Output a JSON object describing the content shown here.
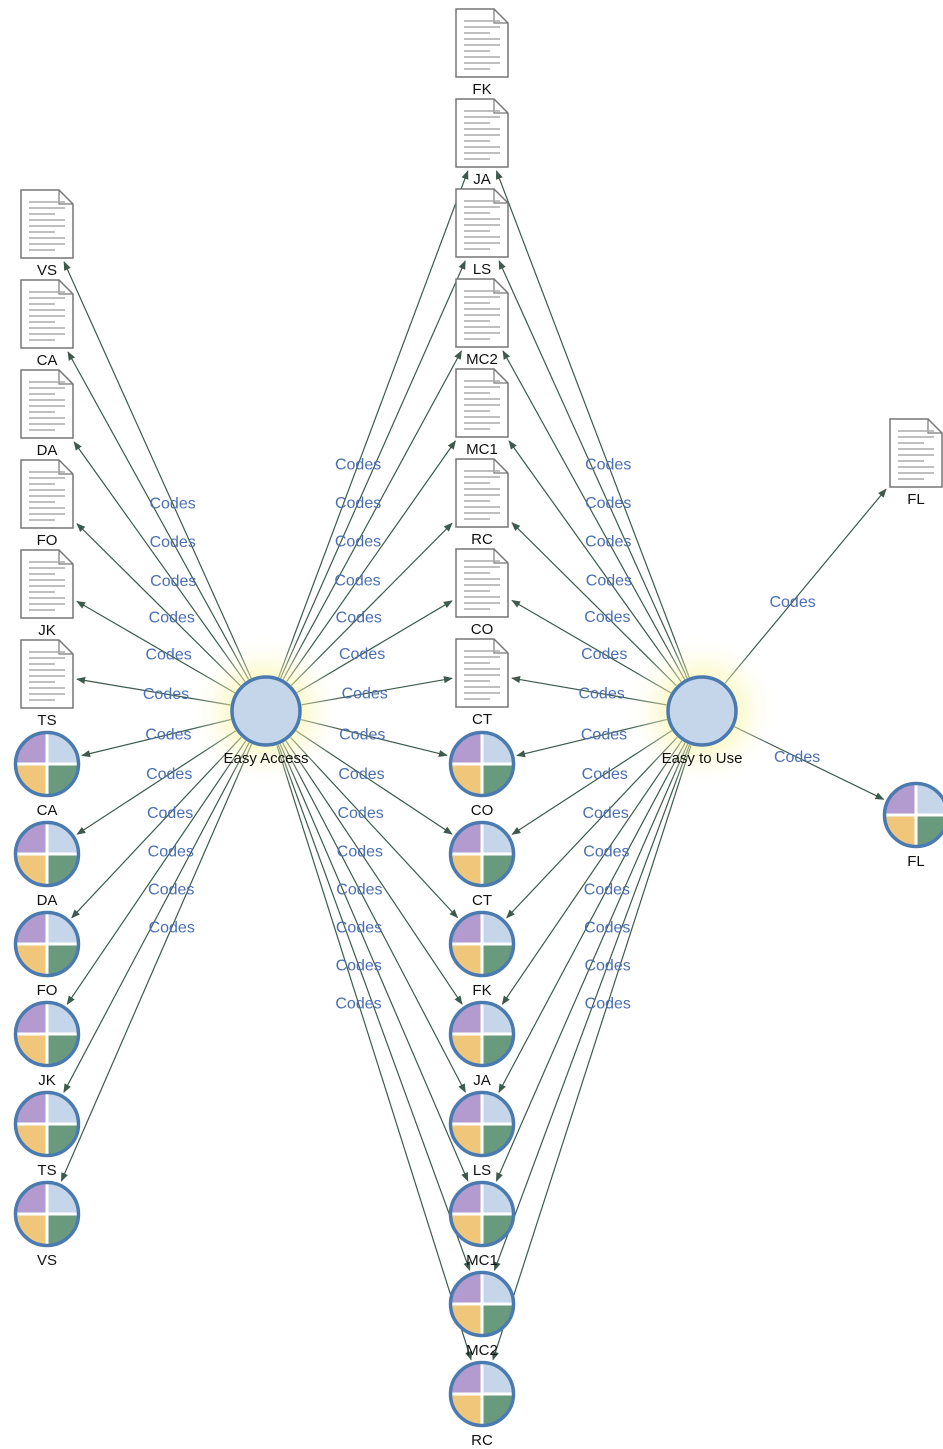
{
  "diagram": {
    "hubs": [
      {
        "id": "easy_access",
        "label": "Easy Access"
      },
      {
        "id": "easy_to_use",
        "label": "Easy to Use"
      }
    ],
    "documents": [
      {
        "id": "doc-fk",
        "label": "FK"
      },
      {
        "id": "doc-ja",
        "label": "JA"
      },
      {
        "id": "doc-ls",
        "label": "LS"
      },
      {
        "id": "doc-mc2",
        "label": "MC2"
      },
      {
        "id": "doc-mc1",
        "label": "MC1"
      },
      {
        "id": "doc-rc",
        "label": "RC"
      },
      {
        "id": "doc-co",
        "label": "CO"
      },
      {
        "id": "doc-ct",
        "label": "CT"
      },
      {
        "id": "doc-vs",
        "label": "VS"
      },
      {
        "id": "doc-ca",
        "label": "CA"
      },
      {
        "id": "doc-da",
        "label": "DA"
      },
      {
        "id": "doc-fo",
        "label": "FO"
      },
      {
        "id": "doc-jk",
        "label": "JK"
      },
      {
        "id": "doc-ts",
        "label": "TS"
      },
      {
        "id": "doc-fl",
        "label": "FL"
      }
    ],
    "cases": [
      {
        "id": "case-co",
        "label": "CO"
      },
      {
        "id": "case-ct",
        "label": "CT"
      },
      {
        "id": "case-fk",
        "label": "FK"
      },
      {
        "id": "case-ja",
        "label": "JA"
      },
      {
        "id": "case-ls",
        "label": "LS"
      },
      {
        "id": "case-mc1",
        "label": "MC1"
      },
      {
        "id": "case-mc2",
        "label": "MC2"
      },
      {
        "id": "case-rc",
        "label": "RC"
      },
      {
        "id": "case-ca",
        "label": "CA"
      },
      {
        "id": "case-da",
        "label": "DA"
      },
      {
        "id": "case-fo",
        "label": "FO"
      },
      {
        "id": "case-jk",
        "label": "JK"
      },
      {
        "id": "case-ts",
        "label": "TS"
      },
      {
        "id": "case-vs",
        "label": "VS"
      },
      {
        "id": "case-fl",
        "label": "FL"
      }
    ],
    "edge_label": "Codes",
    "edges": [
      {
        "from": "easy_access",
        "to": "doc-vs"
      },
      {
        "from": "easy_access",
        "to": "doc-ca"
      },
      {
        "from": "easy_access",
        "to": "doc-da"
      },
      {
        "from": "easy_access",
        "to": "doc-fo"
      },
      {
        "from": "easy_access",
        "to": "doc-jk"
      },
      {
        "from": "easy_access",
        "to": "doc-ts"
      },
      {
        "from": "easy_access",
        "to": "case-ca"
      },
      {
        "from": "easy_access",
        "to": "case-da"
      },
      {
        "from": "easy_access",
        "to": "case-fo"
      },
      {
        "from": "easy_access",
        "to": "case-jk"
      },
      {
        "from": "easy_access",
        "to": "case-ts"
      },
      {
        "from": "easy_access",
        "to": "case-vs"
      },
      {
        "from": "easy_access",
        "to": "doc-ja"
      },
      {
        "from": "easy_access",
        "to": "doc-ls"
      },
      {
        "from": "easy_access",
        "to": "doc-mc2"
      },
      {
        "from": "easy_access",
        "to": "doc-mc1"
      },
      {
        "from": "easy_access",
        "to": "doc-rc"
      },
      {
        "from": "easy_access",
        "to": "doc-co"
      },
      {
        "from": "easy_access",
        "to": "doc-ct"
      },
      {
        "from": "easy_access",
        "to": "case-co"
      },
      {
        "from": "easy_access",
        "to": "case-ct"
      },
      {
        "from": "easy_access",
        "to": "case-fk"
      },
      {
        "from": "easy_access",
        "to": "case-ja"
      },
      {
        "from": "easy_access",
        "to": "case-ls"
      },
      {
        "from": "easy_access",
        "to": "case-mc1"
      },
      {
        "from": "easy_access",
        "to": "case-mc2"
      },
      {
        "from": "easy_access",
        "to": "case-rc"
      },
      {
        "from": "easy_to_use",
        "to": "doc-ja"
      },
      {
        "from": "easy_to_use",
        "to": "doc-ls"
      },
      {
        "from": "easy_to_use",
        "to": "doc-mc2"
      },
      {
        "from": "easy_to_use",
        "to": "doc-mc1"
      },
      {
        "from": "easy_to_use",
        "to": "doc-rc"
      },
      {
        "from": "easy_to_use",
        "to": "doc-co"
      },
      {
        "from": "easy_to_use",
        "to": "doc-ct"
      },
      {
        "from": "easy_to_use",
        "to": "case-co"
      },
      {
        "from": "easy_to_use",
        "to": "case-ct"
      },
      {
        "from": "easy_to_use",
        "to": "case-fk"
      },
      {
        "from": "easy_to_use",
        "to": "case-ja"
      },
      {
        "from": "easy_to_use",
        "to": "case-ls"
      },
      {
        "from": "easy_to_use",
        "to": "case-mc1"
      },
      {
        "from": "easy_to_use",
        "to": "case-mc2"
      },
      {
        "from": "easy_to_use",
        "to": "case-rc"
      },
      {
        "from": "easy_to_use",
        "to": "doc-fl"
      },
      {
        "from": "easy_to_use",
        "to": "case-fl"
      }
    ],
    "colors": {
      "edge": "#3d5a4c",
      "edge_label": "#4a6fb3",
      "hub_fill": "#c5d6ea",
      "hub_stroke": "#4a7ab0",
      "hub_glow": "#f5f07a",
      "case_purple": "#b39bd0",
      "case_blue": "#c5d6ea",
      "case_orange": "#f0c67a",
      "case_green": "#6a9a7e",
      "case_ring": "#4a7ab0",
      "doc_stroke": "#777777",
      "doc_fill": "#ffffff",
      "doc_lines": "#aaaaaa"
    }
  }
}
